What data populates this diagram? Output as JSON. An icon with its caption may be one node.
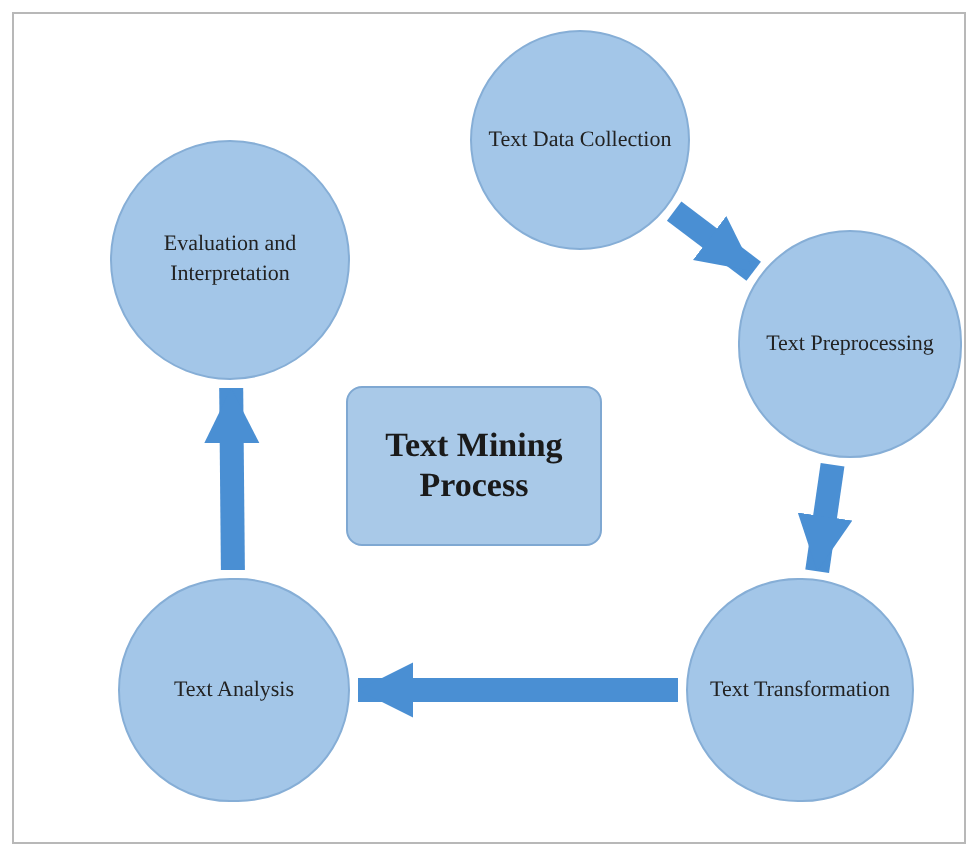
{
  "diagram": {
    "nodes": [
      {
        "text": [
          "Text Data Collection"
        ]
      },
      {
        "text": [
          "Text Preprocessing"
        ]
      },
      {
        "text": [
          "Text Transformation"
        ]
      },
      {
        "text": [
          "Text Analysis"
        ]
      },
      {
        "text": [
          "Evaluation and Interpretation"
        ]
      },
      {
        "text": [
          "Text Mining Process"
        ]
      }
    ],
    "edges": [
      {
        "from": 0,
        "to": 1,
        "arrow": "to"
      },
      {
        "from": 1,
        "to": 2,
        "arrow": "to"
      },
      {
        "from": 2,
        "to": 3,
        "arrow": "to"
      },
      {
        "from": 3,
        "to": 4,
        "arrow": "to"
      }
    ]
  }
}
